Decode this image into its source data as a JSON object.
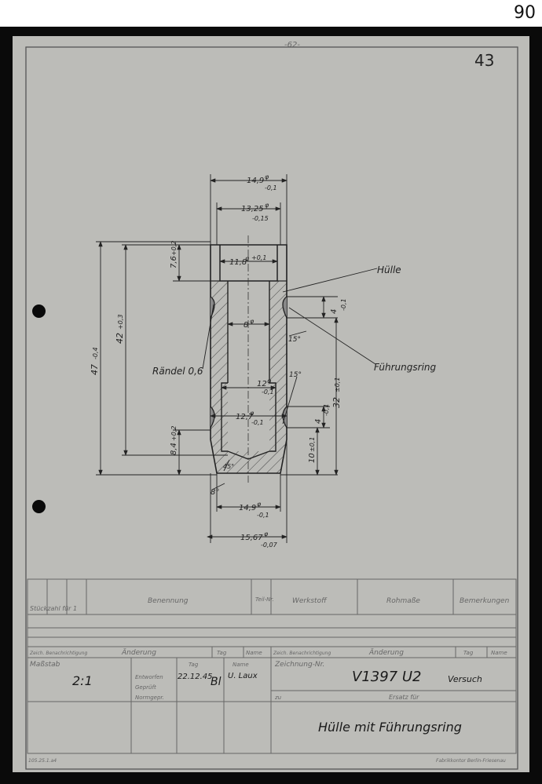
{
  "page_number": "90",
  "sheet": {
    "top_mark": "-62-",
    "corner_number": "43"
  },
  "drawing": {
    "dims": {
      "outer_top": "14,9",
      "outer_top_tol": "-0,1",
      "inner_top": "13,25",
      "inner_top_tol": "-0,15",
      "bore_top": "11,8",
      "bore_top_tol": "+0,1",
      "bore_mid": "8",
      "dia_12": "12",
      "dia_12_tol": "-0,1",
      "dia_127": "12,7",
      "dia_127_tol": "-0,1",
      "outer_bottom": "14,9",
      "outer_bottom_tol": "-0,1",
      "base": "15,67",
      "base_tol": "-0,07",
      "len_total": "47",
      "len_total_tol": "-0,4",
      "len_42": "42",
      "len_42_tol": "+0,3",
      "depth_76": "7,6",
      "depth_76_tol": "+0,2",
      "groove_4_top": "4",
      "groove_4_top_tol": "-0,1",
      "groove_4_bot": "4",
      "groove_4_bot_tol": "-0,1",
      "len_32": "32",
      "len_32_tol": "±0,1",
      "len_10": "10",
      "len_10_tol": "±0,1",
      "len_84": "8,4",
      "len_84_tol": "+0,2",
      "angle_15_a": "15°",
      "angle_15_b": "15°",
      "angle_8": "8°",
      "angle_45": "45°"
    },
    "labels": {
      "huelle": "Hülle",
      "fuehrungsring": "Führungsring",
      "raendel": "Rändel 0,6"
    }
  },
  "title_block": {
    "stueckzahl": "Stückzahl für 1",
    "benennung": "Benennung",
    "teil_nr": "Teil-Nr.",
    "werkstoff": "Werkstoff",
    "rohmasse": "Rohmaße",
    "bemerkungen": "Bemerkungen",
    "aenderung_left": "Änderung",
    "aenderung_right": "Änderung",
    "tag": "Tag",
    "name": "Name",
    "rev_head": "Zeich. Benachrichtigung",
    "massstab_label": "Maßstab",
    "massstab_value": "2:1",
    "entworfen": "Entworfen",
    "geprueft": "Geprüft",
    "normgepr": "Normgepr.",
    "date": "22.12.45",
    "initials": "Bl",
    "drafter": "U. Laux",
    "zeichnung_label": "Zeichnung-Nr.",
    "zeichnung_value": "V1397 U2",
    "versuch": "Versuch",
    "zu": "zu",
    "ersatz": "Ersatz für",
    "title": "Hülle mit Führungsring",
    "footer_left": "105.25.1.a4",
    "footer_right": "Fabrikkontor Berlin-Friesenau"
  }
}
